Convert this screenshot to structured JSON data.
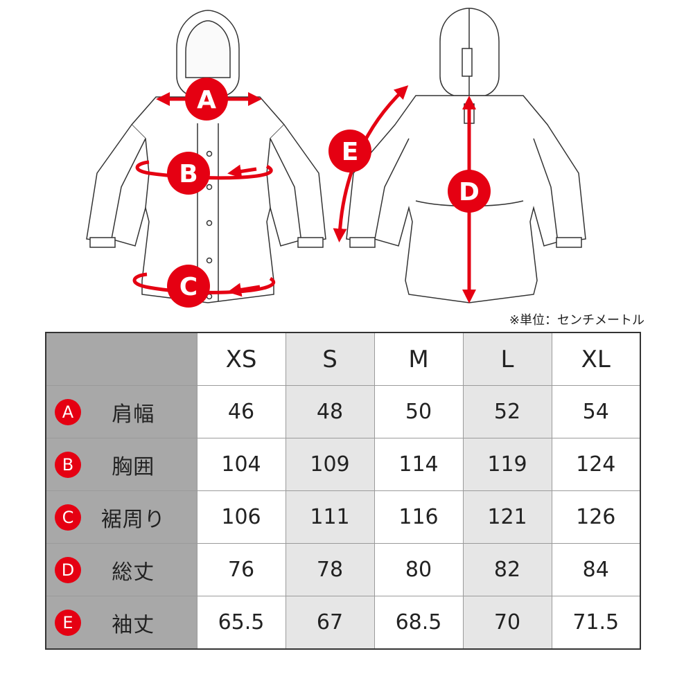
{
  "illustration": {
    "markers": [
      "A",
      "B",
      "C",
      "D",
      "E"
    ],
    "accent_color": "#e50012",
    "line_color": "#333333"
  },
  "unit_note": "※単位：センチメートル",
  "table": {
    "sizes": [
      "XS",
      "S",
      "M",
      "L",
      "XL"
    ],
    "rows": [
      {
        "marker": "A",
        "label": "肩幅",
        "values": [
          "46",
          "48",
          "50",
          "52",
          "54"
        ]
      },
      {
        "marker": "B",
        "label": "胸囲",
        "values": [
          "104",
          "109",
          "114",
          "119",
          "124"
        ]
      },
      {
        "marker": "C",
        "label": "裾周り",
        "values": [
          "106",
          "111",
          "116",
          "121",
          "126"
        ]
      },
      {
        "marker": "D",
        "label": "総丈",
        "values": [
          "76",
          "78",
          "80",
          "82",
          "84"
        ]
      },
      {
        "marker": "E",
        "label": "袖丈",
        "values": [
          "65.5",
          "67",
          "68.5",
          "70",
          "71.5"
        ]
      }
    ],
    "header_bg": "#a8a8a8",
    "alt_col_bg": "#e6e6e6"
  }
}
